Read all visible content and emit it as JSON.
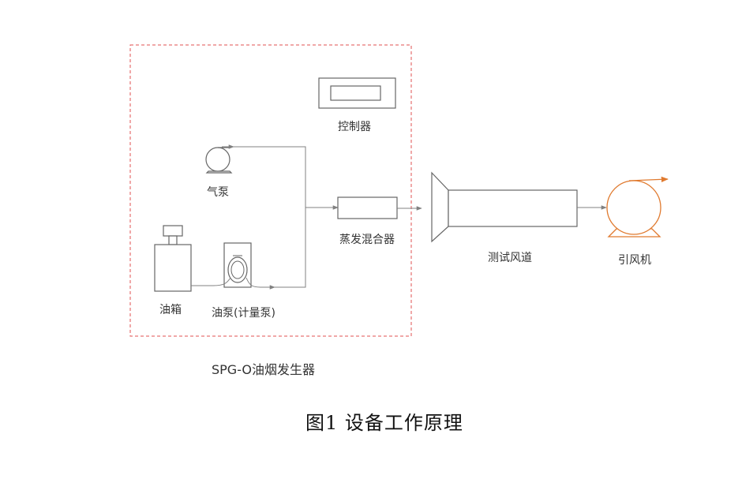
{
  "labels": {
    "controller": "控制器",
    "air_pump": "气泵",
    "mixer": "蒸发混合器",
    "oil_tank": "油箱",
    "oil_pump": "油泵(计量泵)",
    "test_duct": "测试风道",
    "fan": "引风机"
  },
  "group_label": "SPG-O油烟发生器",
  "caption": "图1  设备工作原理",
  "colors": {
    "line": "#808080",
    "group_border": "#e05050",
    "fan": "#e07a2f"
  }
}
